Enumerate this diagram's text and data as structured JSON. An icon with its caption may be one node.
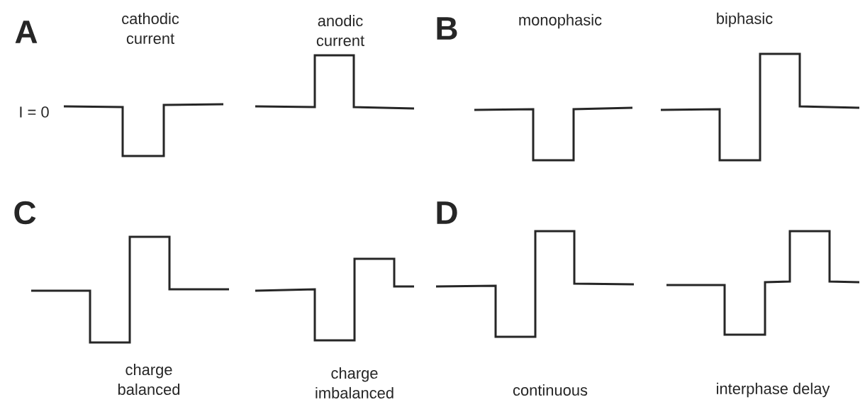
{
  "diagram": {
    "labels": [
      "A",
      "cathodic current",
      "anodic current",
      "B",
      "monophasic",
      "biphasic",
      "I = 0",
      "C",
      "D",
      "charge balanced",
      "charge imbalanced",
      "continuous",
      "interphase delay"
    ]
  }
}
